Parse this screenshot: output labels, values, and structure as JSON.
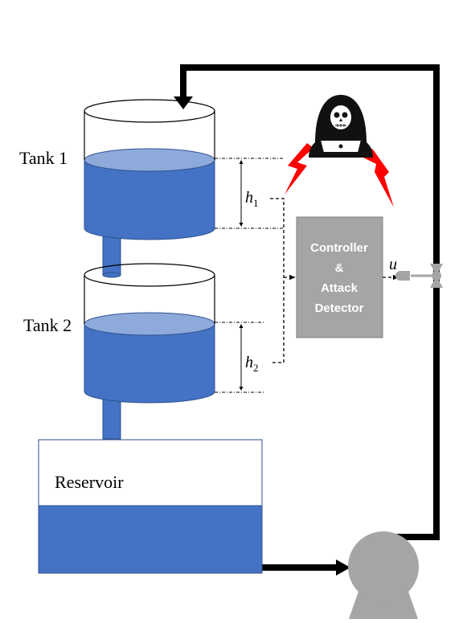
{
  "labels": {
    "tank1": "Tank 1",
    "tank2": "Tank 2",
    "reservoir": "Reservoir",
    "h1_var": "h",
    "h1_sub": "1",
    "h2_var": "h",
    "h2_sub": "2",
    "u": "u",
    "controller_line1": "Controller",
    "controller_line2": "&",
    "controller_line3": "Attack",
    "controller_line4": "Detector"
  },
  "colors": {
    "water": "#4472c4",
    "water_surface": "#8eaadb",
    "controller_box": "#a5a5a5",
    "pump": "#a5a5a5",
    "lightning": "#ff0000",
    "pipe": "#000000"
  },
  "icons": {
    "attacker": "hooded-hacker-with-laptop-icon",
    "bolt_left": "lightning-bolt-icon",
    "bolt_right": "lightning-bolt-icon",
    "valve": "valve-icon",
    "pump": "pump-icon"
  }
}
